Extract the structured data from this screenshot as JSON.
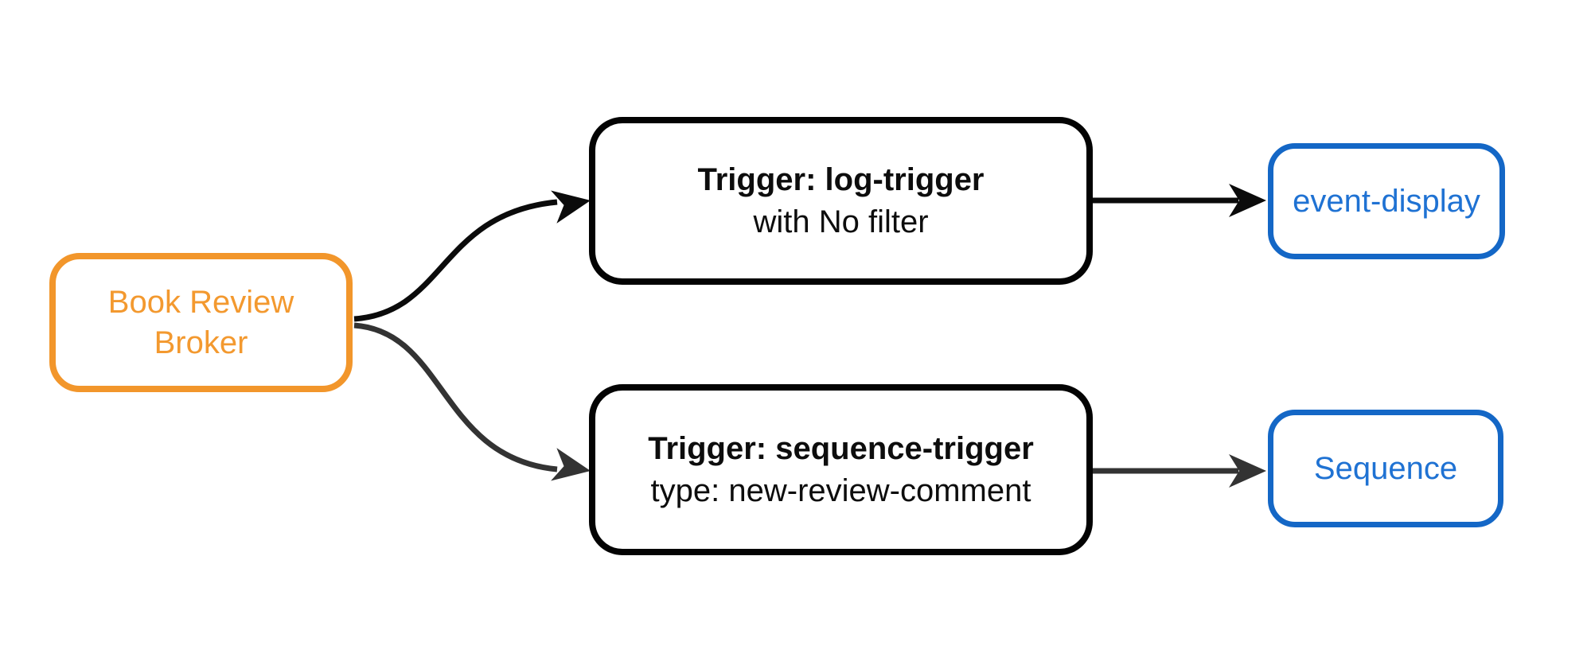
{
  "diagram": {
    "type": "flowchart",
    "direction": "left-to-right",
    "background": "#ffffff",
    "nodes": {
      "broker": {
        "line1": "Book Review",
        "line2": "Broker",
        "border_color": "#F2962B",
        "text_color": "#F3992F",
        "fill": "#ffffff"
      },
      "log_trigger": {
        "line1": "Trigger: log-trigger",
        "line2": "with No filter",
        "border_color": "#030303",
        "text_color": "#0d0d0d",
        "fill": "#ffffff"
      },
      "sequence_trigger": {
        "line1": "Trigger: sequence-trigger",
        "line2": "type: new-review-comment",
        "border_color": "#030303",
        "text_color": "#0d0d0d",
        "fill": "#ffffff"
      },
      "event_display": {
        "line1": "event-display",
        "border_color": "#1467C6",
        "text_color": "#1F72D3",
        "fill": "#ffffff"
      },
      "sequence": {
        "line1": "Sequence",
        "border_color": "#1467C6",
        "text_color": "#1F72D3",
        "fill": "#ffffff"
      }
    },
    "edges": [
      {
        "from": "broker",
        "to": "log_trigger",
        "color": "#0b0b0b",
        "style": "curved-arrow"
      },
      {
        "from": "broker",
        "to": "sequence_trigger",
        "color": "#333333",
        "style": "curved-arrow"
      },
      {
        "from": "log_trigger",
        "to": "event_display",
        "color": "#0b0b0b",
        "style": "straight-arrow"
      },
      {
        "from": "sequence_trigger",
        "to": "sequence",
        "color": "#333333",
        "style": "straight-arrow"
      }
    ]
  }
}
